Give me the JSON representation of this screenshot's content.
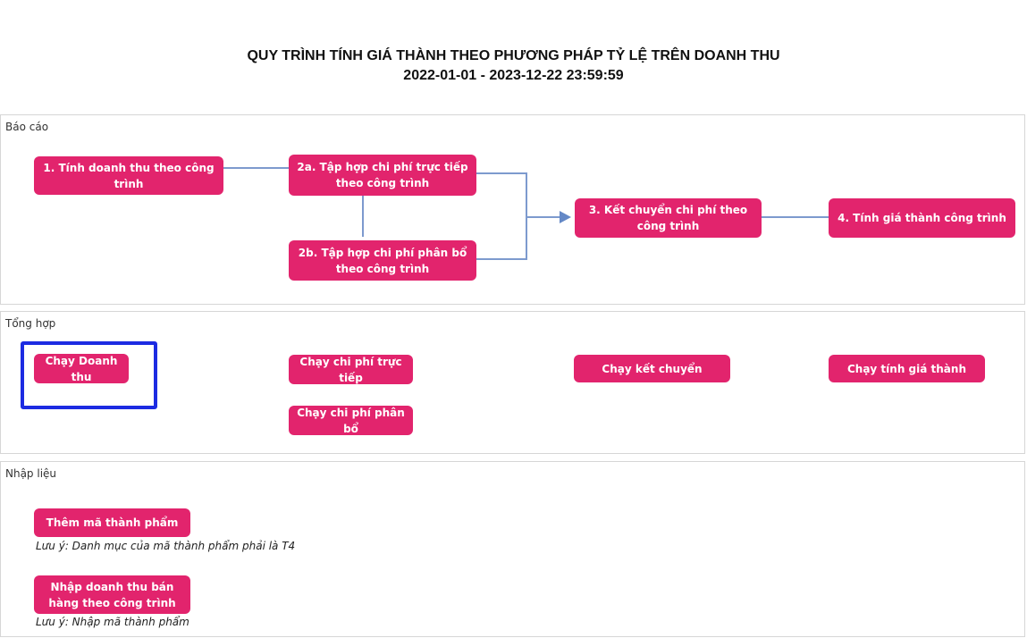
{
  "header": {
    "title": "QUY TRÌNH TÍNH GIÁ THÀNH THEO PHƯƠNG PHÁP TỶ LỆ TRÊN DOANH THU",
    "date_range": "2022-01-01 - 2023-12-22 23:59:59"
  },
  "colors": {
    "button_pink": "#e2246d",
    "connector_blue": "#7d9ace",
    "arrow_blue": "#6488c6",
    "highlight_blue": "#1c2be2",
    "panel_border": "#d6d6d6"
  },
  "sections": {
    "bao_cao": {
      "label": "Báo cáo",
      "flow_boxes": [
        {
          "id": "step-1",
          "label": "1. Tính doanh thu theo công trình"
        },
        {
          "id": "step-2a",
          "label": "2a. Tập hợp chi phí trực tiếp theo công trình"
        },
        {
          "id": "step-2b",
          "label": "2b. Tập hợp chi phí phân bổ theo công trình"
        },
        {
          "id": "step-3",
          "label": "3. Kết chuyển chi phí theo công trình"
        },
        {
          "id": "step-4",
          "label": "4. Tính giá thành công trình"
        }
      ]
    },
    "tong_hop": {
      "label": "Tổng hợp",
      "buttons": [
        {
          "id": "run-doanh-thu",
          "label": "Chạy Doanh thu",
          "highlighted": true
        },
        {
          "id": "run-chi-phi-truc-tiep",
          "label": "Chạy chi phí trực tiếp"
        },
        {
          "id": "run-ket-chuyen",
          "label": "Chạy kết chuyển"
        },
        {
          "id": "run-tinh-gia-thanh",
          "label": "Chạy tính giá thành"
        },
        {
          "id": "run-chi-phi-phan-bo",
          "label": "Chạy chi phí phân bổ"
        }
      ]
    },
    "nhap_lieu": {
      "label": "Nhập liệu",
      "buttons": [
        {
          "id": "them-ma-thanh-pham",
          "label": "Thêm mã thành phẩm",
          "note": "Lưu ý: Danh mục của mã thành phẩm phải là T4"
        },
        {
          "id": "nhap-doanh-thu-ban-hang",
          "label": "Nhập doanh thu bán hàng theo công trình",
          "note": "Lưu ý: Nhập mã thành phẩm"
        }
      ]
    }
  }
}
